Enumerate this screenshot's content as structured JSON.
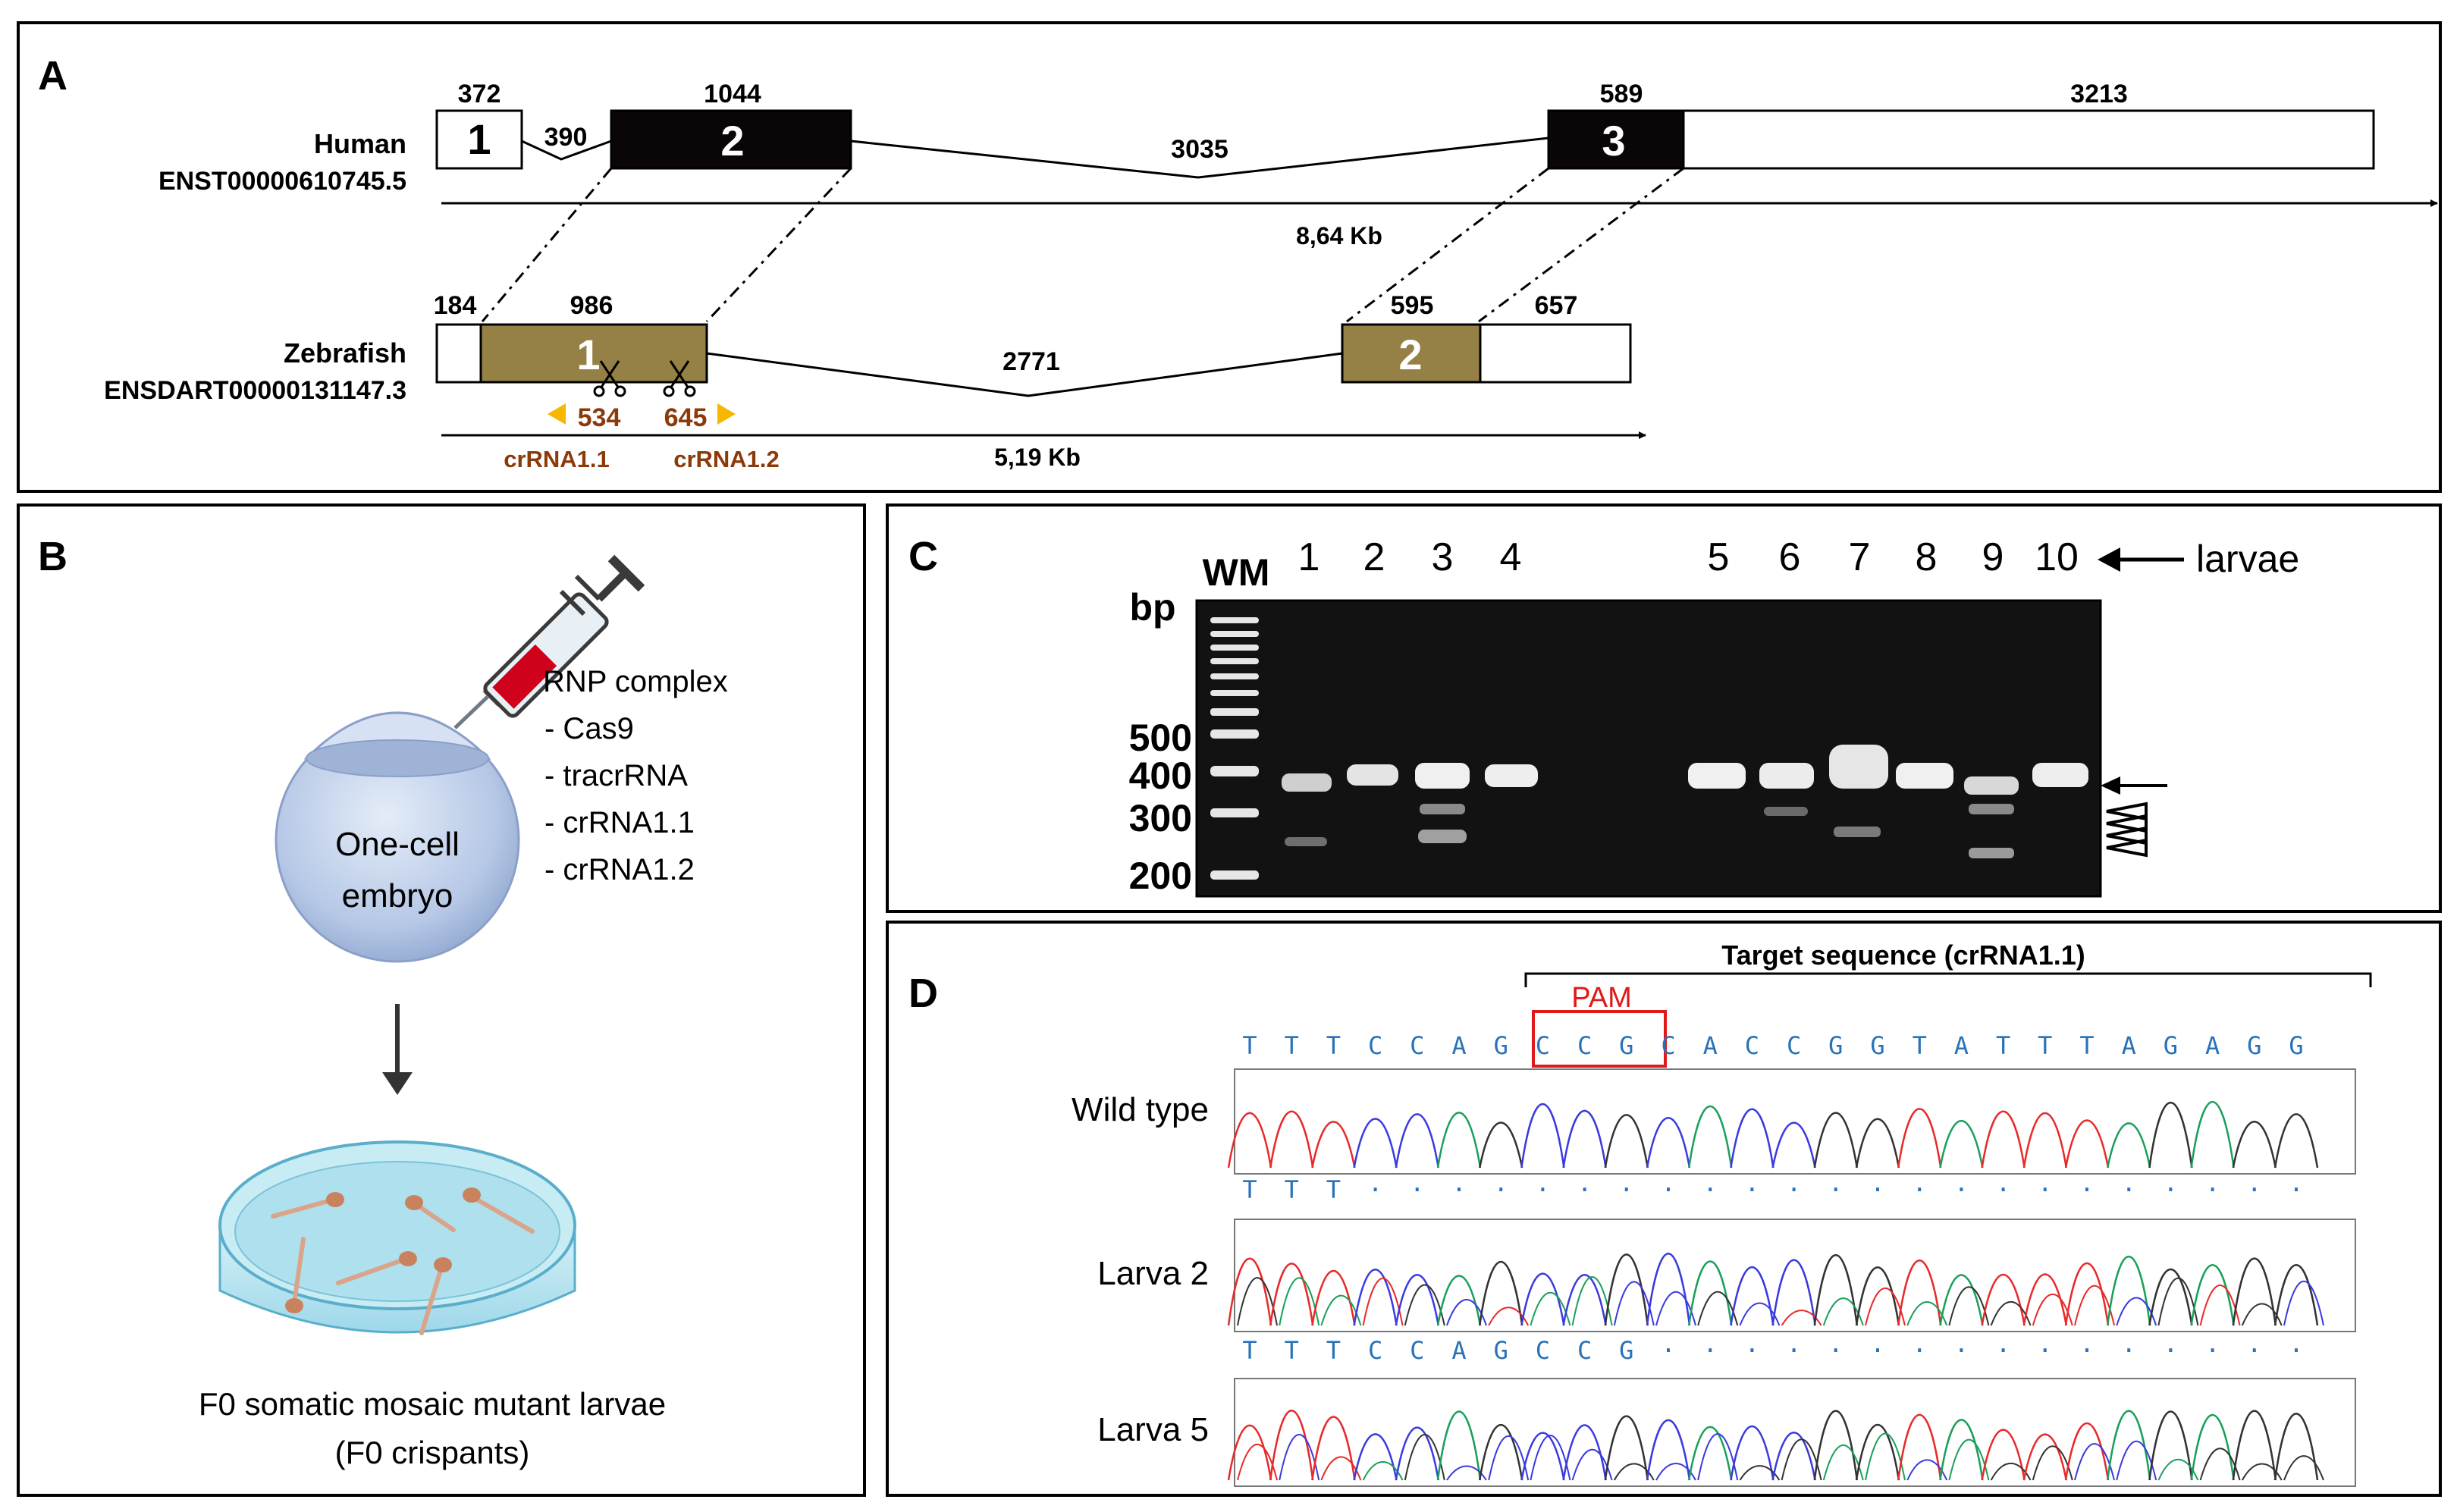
{
  "panelA": {
    "label": "A",
    "human": {
      "name": "Human",
      "transcript": "ENST00000610745.5",
      "utr5_len": "372",
      "intron1_len": "390",
      "exon2_len": "1044",
      "intron2_len": "3035",
      "exon3_len": "589",
      "utr3_len": "3213",
      "exon_labels": [
        "1",
        "2",
        "3"
      ],
      "total": "8,64 Kb"
    },
    "zebrafish": {
      "name": "Zebrafish",
      "transcript": "ENSDART00000131147.3",
      "utr5_len": "184",
      "exon1_len": "986",
      "intron_len": "2771",
      "exon2_len": "595",
      "utr3_len": "657",
      "exon_labels": [
        "1",
        "2"
      ],
      "primer1": "534",
      "primer2": "645",
      "crrna1": "crRNA1.1",
      "crrna2": "crRNA1.2",
      "total": "5,19 Kb"
    },
    "colors": {
      "human_exon": "#0a0506",
      "zebrafish_exon": "#958145",
      "crrna_text": "#8b3a0a",
      "primer_arrow": "#f5b700"
    }
  },
  "panelB": {
    "label": "B",
    "rnp_title": "RNP complex",
    "rnp_items": [
      "- Cas9",
      "- tracrRNA",
      "- crRNA1.1",
      "- crRNA1.2"
    ],
    "embryo_line1": "One-cell",
    "embryo_line2": "embryo",
    "caption_line1": "F0 somatic mosaic mutant larvae",
    "caption_line2": "(F0 crispants)",
    "icons": [
      "syringe-icon",
      "embryo-icon",
      "down-arrow-icon",
      "petri-dish-icon"
    ]
  },
  "panelC": {
    "label": "C",
    "wm": "WM",
    "bp": "bp",
    "lanes": [
      "1",
      "2",
      "3",
      "4",
      "5",
      "6",
      "7",
      "8",
      "9",
      "10"
    ],
    "larvae_label": "larvae",
    "ladder_marks": [
      "500",
      "400",
      "300",
      "200"
    ]
  },
  "panelD": {
    "label": "D",
    "target_label": "Target sequence (crRNA1.1)",
    "pam_label": "PAM",
    "reference_bases": [
      "T",
      "T",
      "T",
      "C",
      "C",
      "A",
      "G",
      "C",
      "C",
      "G",
      "C",
      "A",
      "C",
      "C",
      "G",
      "G",
      "T",
      "A",
      "T",
      "T",
      "T",
      "A",
      "G",
      "A",
      "G",
      "G"
    ],
    "rows": [
      {
        "name": "Wild type"
      },
      {
        "name": "Larva 2",
        "bases": "TTT",
        "dots": 23
      },
      {
        "name": "Larva 5",
        "bases": "TTTCCAGCCG",
        "dots": 16
      }
    ],
    "colors": {
      "pam": "#e01919",
      "bases": "#2a72b8"
    }
  }
}
